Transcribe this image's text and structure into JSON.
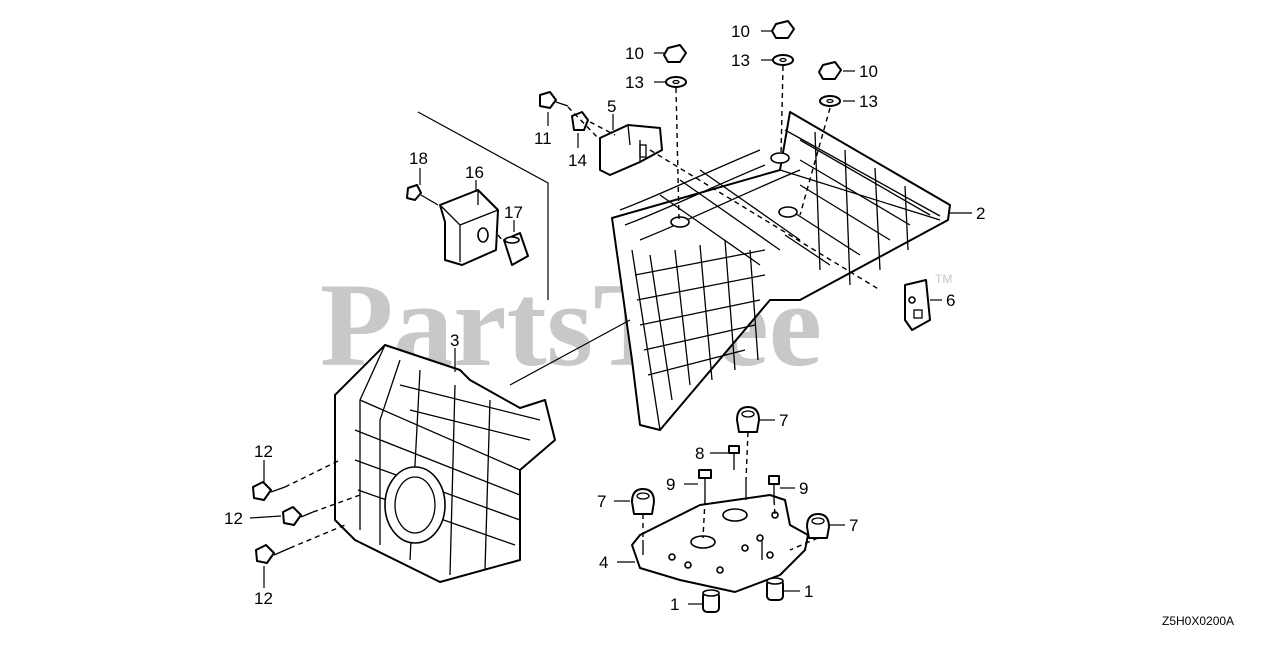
{
  "watermark": {
    "text": "PartsTree",
    "trademark": "TM"
  },
  "diagram_code": "Z5H0X0200A",
  "callouts": {
    "c1a": "1",
    "c1b": "1",
    "c2": "2",
    "c3": "3",
    "c4": "4",
    "c5": "5",
    "c6": "6",
    "c7a": "7",
    "c7b": "7",
    "c7c": "7",
    "c8": "8",
    "c9a": "9",
    "c9b": "9",
    "c10a": "10",
    "c10b": "10",
    "c10c": "10",
    "c11": "11",
    "c12a": "12",
    "c12b": "12",
    "c12c": "12",
    "c13a": "13",
    "c13b": "13",
    "c13c": "13",
    "c14": "14",
    "c16": "16",
    "c17": "17",
    "c18": "18"
  }
}
